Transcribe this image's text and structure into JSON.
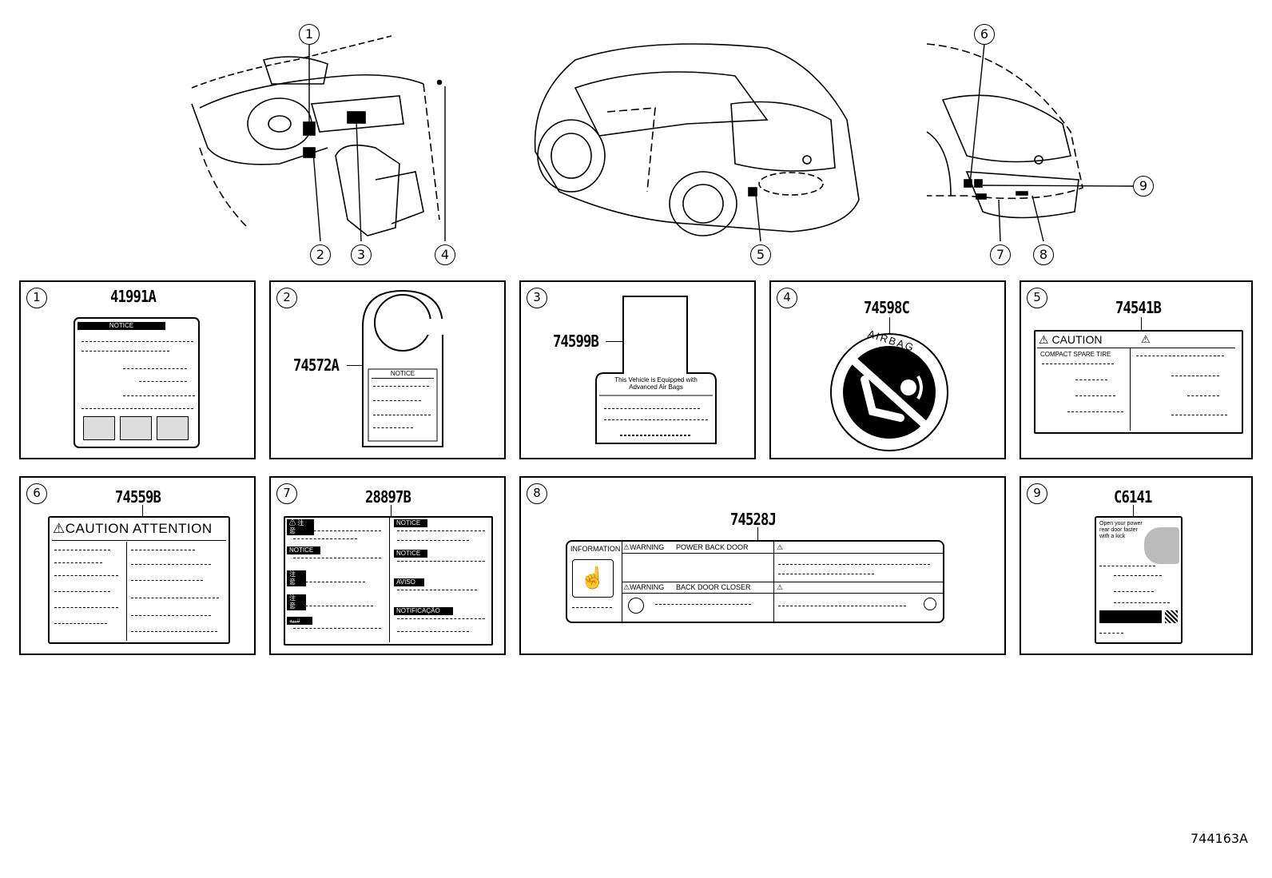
{
  "callouts": [
    "1",
    "2",
    "3",
    "4",
    "5",
    "6",
    "7",
    "8",
    "9"
  ],
  "panels": [
    {
      "num": "1",
      "part": "41991A"
    },
    {
      "num": "2",
      "part": "74572A"
    },
    {
      "num": "3",
      "part": "74599B"
    },
    {
      "num": "4",
      "part": "74598C"
    },
    {
      "num": "5",
      "part": "74541B"
    },
    {
      "num": "6",
      "part": "74559B"
    },
    {
      "num": "7",
      "part": "28897B"
    },
    {
      "num": "8",
      "part": "74528J"
    },
    {
      "num": "9",
      "part": "C6141"
    }
  ],
  "label_text": {
    "notice": "NOTICE",
    "airbag_tag": "This Vehicle is Equipped with Advanced Air Bags",
    "airbag_word": "AIRBAG",
    "caution": "⚠ CAUTION",
    "compact_spare": "COMPACT SPARE TIRE",
    "caution_attention": "⚠CAUTION ATTENTION",
    "multi_headers": [
      "⚠ 注 意",
      "NOTICE",
      "注 意",
      "注 意",
      "تنبيه",
      "NOTICE",
      "NOTICE",
      "AVISO",
      "NOTIFICAÇÃO"
    ],
    "information": "INFORMATION",
    "warning_power": "⚠WARNING",
    "power_back_door": "POWER BACK DOOR",
    "warning_closer": "⚠WARNING",
    "back_door_closer": "BACK DOOR CLOSER",
    "kick_text": "Open your power rear door faster with a kick"
  },
  "diagram_id": "744163A"
}
